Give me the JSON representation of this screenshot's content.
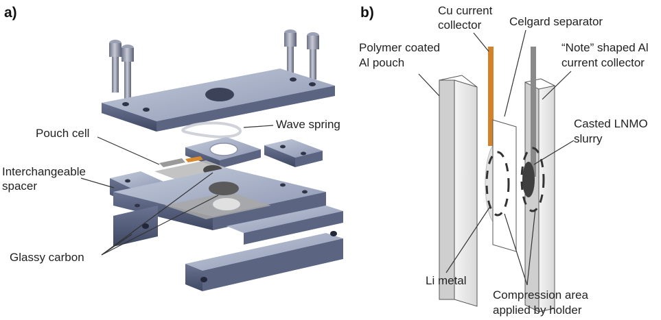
{
  "panel_a": {
    "tag": "a)",
    "labels": {
      "wave_spring": "Wave spring",
      "pouch_cell": "Pouch cell",
      "spacer_line1": "Interchangeable",
      "spacer_line2": "spacer",
      "glassy_carbon": "Glassy carbon"
    },
    "colors": {
      "steel_top": "#aab2c8",
      "steel_side": "#4f5a76",
      "steel_front": "#6b7594",
      "pouch": "#9a9a9a",
      "tab_orange": "#d98a2e"
    }
  },
  "panel_b": {
    "tag": "b)",
    "labels": {
      "cu_line1": "Cu current",
      "cu_line2": "collector",
      "celgard": "Celgard separator",
      "pouch_line1": "Polymer coated",
      "pouch_line2": "Al pouch",
      "note_line1": "“Note” shaped Al",
      "note_line2": "current collector",
      "lnmo_line1": "Casted LNMO",
      "lnmo_line2": "slurry",
      "li_metal": "Li metal",
      "comp_line1": "Compression area",
      "comp_line2": "applied by holder"
    },
    "colors": {
      "copper": "#d4822a",
      "al": "#8a8a8a",
      "pouch": "#ececec",
      "lnmo": "#4a4a4a"
    }
  }
}
